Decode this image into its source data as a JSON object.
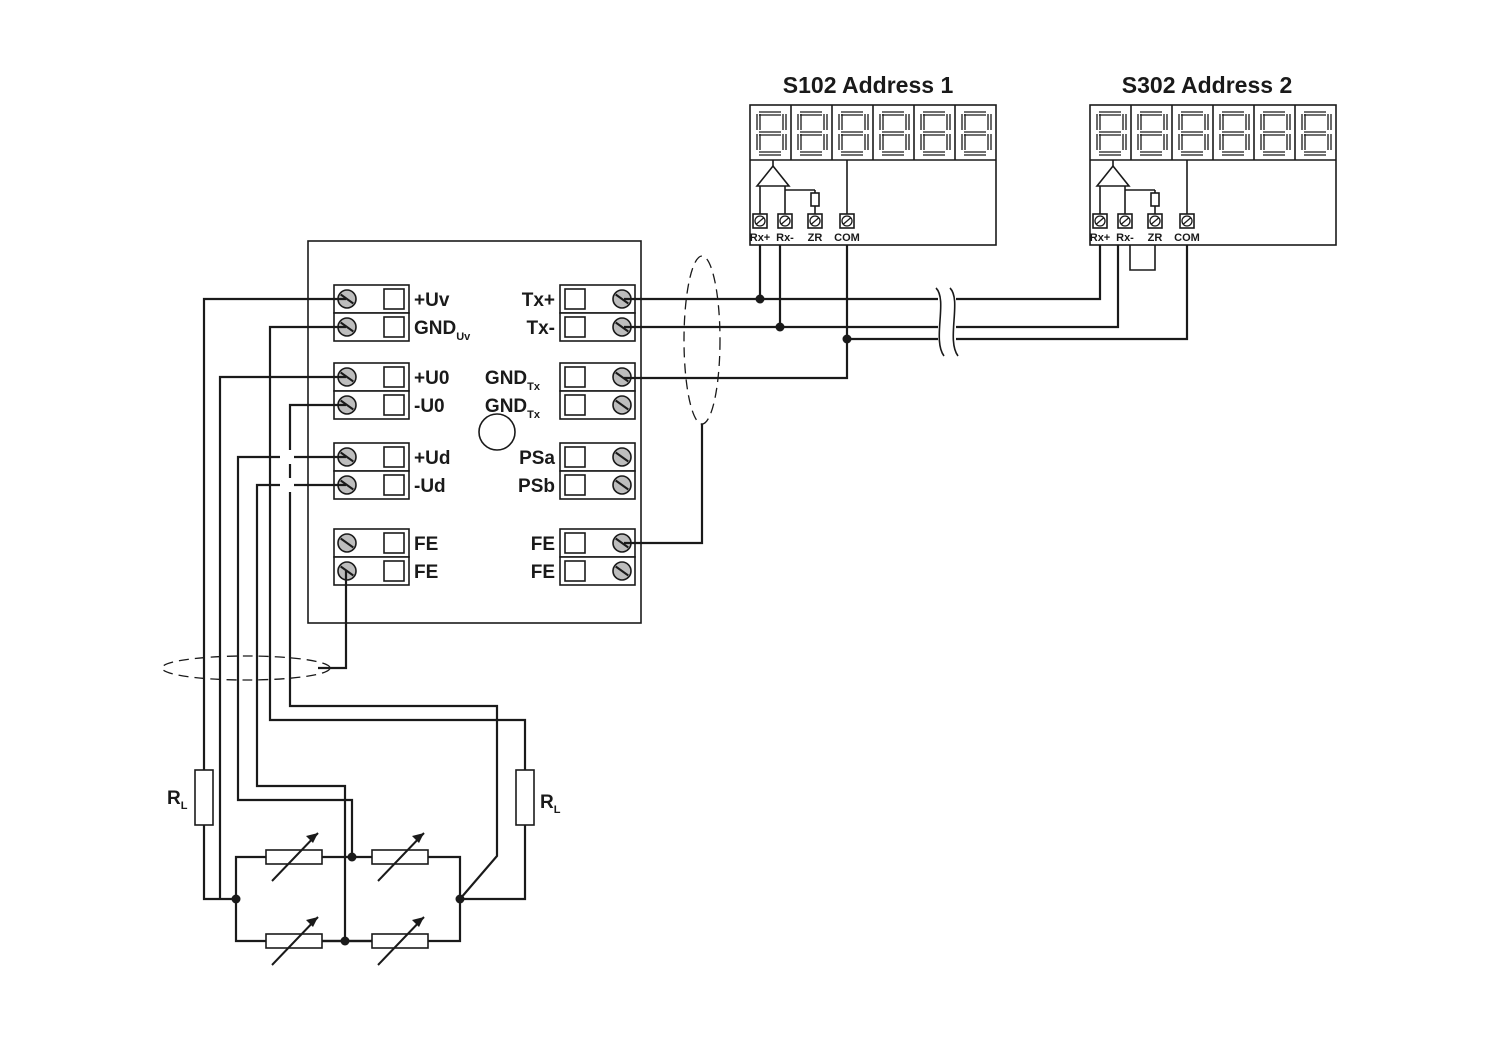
{
  "displays": [
    {
      "title": "S102 Address 1",
      "terminals": [
        "Rx+",
        "Rx-",
        "ZR",
        "COM"
      ]
    },
    {
      "title": "S302 Address 2",
      "terminals": [
        "Rx+",
        "Rx-",
        "ZR",
        "COM"
      ]
    }
  ],
  "module": {
    "left_terminals": [
      {
        "label": "+Uv",
        "sub": ""
      },
      {
        "label": "GND",
        "sub": "Uv"
      },
      {
        "label": "+U0",
        "sub": ""
      },
      {
        "label": "-U0",
        "sub": ""
      },
      {
        "label": "+Ud",
        "sub": ""
      },
      {
        "label": "-Ud",
        "sub": ""
      },
      {
        "label": "FE",
        "sub": ""
      },
      {
        "label": "FE",
        "sub": ""
      }
    ],
    "right_terminals": [
      {
        "label": "Tx+",
        "sub": ""
      },
      {
        "label": "Tx-",
        "sub": ""
      },
      {
        "label": "GND",
        "sub": "Tx"
      },
      {
        "label": "GND",
        "sub": "Tx"
      },
      {
        "label": "PSa",
        "sub": ""
      },
      {
        "label": "PSb",
        "sub": ""
      },
      {
        "label": "FE",
        "sub": ""
      },
      {
        "label": "FE",
        "sub": ""
      }
    ]
  },
  "resistors": [
    {
      "label": "R",
      "sub": "L"
    },
    {
      "label": "R",
      "sub": "L"
    }
  ]
}
